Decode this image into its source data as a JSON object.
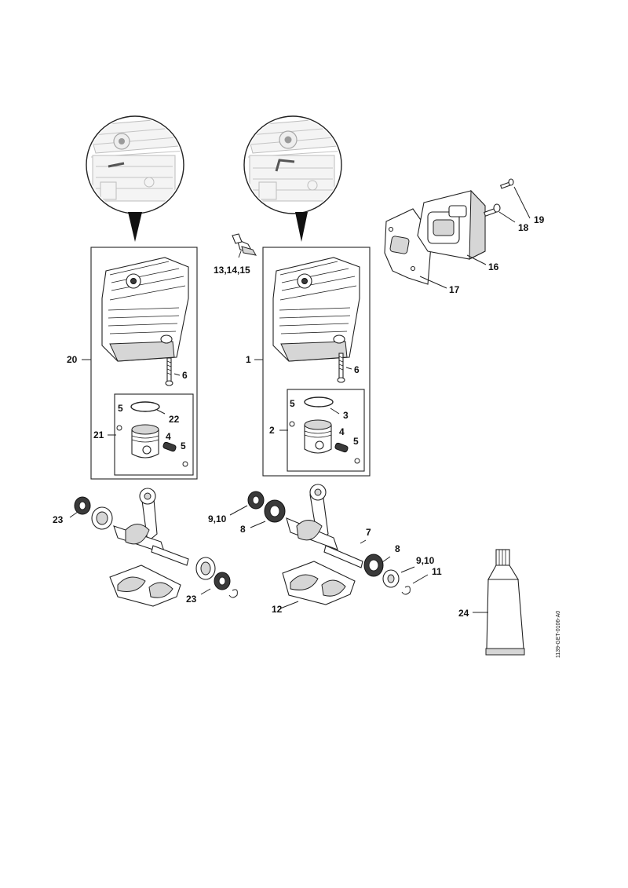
{
  "callouts": {
    "c20": "20",
    "c1": "1",
    "c2": "2",
    "c3": "3",
    "c4_left": "4",
    "c4_right": "4",
    "c5_left_a": "5",
    "c5_left_b": "5",
    "c5_right_a": "5",
    "c5_right_b": "5",
    "c6_left": "6",
    "c6_right": "6",
    "c7": "7",
    "c8_top": "8",
    "c8_bottom": "8",
    "c9_10_top": "9,10",
    "c9_10_bottom": "9,10",
    "c11": "11",
    "c12": "12",
    "c13_14_15": "13,14,15",
    "c16": "16",
    "c17": "17",
    "c18": "18",
    "c19": "19",
    "c21": "21",
    "c22": "22",
    "c23_top": "23",
    "c23_bottom": "23",
    "c24": "24"
  },
  "reference_code": "1139-GET-0106-A0"
}
